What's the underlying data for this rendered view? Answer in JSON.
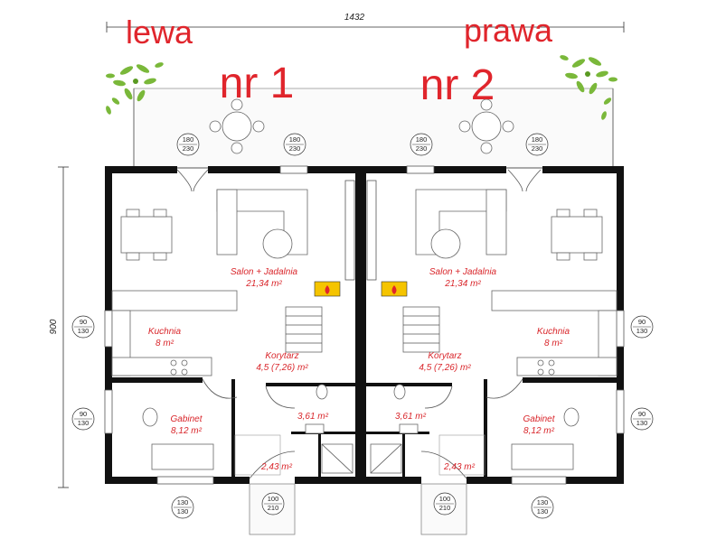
{
  "labels": {
    "left": "lewa",
    "right": "prawa",
    "left_nr": "nr 1",
    "right_nr": "nr 2"
  },
  "dimensions": {
    "width": "1432",
    "height": "900"
  },
  "rooms_left": {
    "salon_name": "Salon + Jadalnia",
    "salon_area": "21,34 m²",
    "kuchnia_name": "Kuchnia",
    "kuchnia_area": "8 m²",
    "korytarz_name": "Korytarz",
    "korytarz_area": "4,5 (7,26) m²",
    "gabinet_name": "Gabinet",
    "gabinet_area": "8,12 m²",
    "lazienka_area": "3,61 m²",
    "wc_area": "2,43 m²"
  },
  "rooms_right": {
    "salon_name": "Salon + Jadalnia",
    "salon_area": "21,34 m²",
    "kuchnia_name": "Kuchnia",
    "kuchnia_area": "8 m²",
    "korytarz_name": "Korytarz",
    "korytarz_area": "4,5 (7,26) m²",
    "gabinet_name": "Gabinet",
    "gabinet_area": "8,12 m²",
    "lazienka_area": "3,61 m²",
    "wc_area": "2,43 m²"
  },
  "openings": {
    "terrace_door": [
      "180",
      "230"
    ],
    "side_window": [
      "90",
      "130"
    ],
    "front_window": [
      "130",
      "130"
    ],
    "entry_door": [
      "100",
      "210"
    ]
  },
  "colors": {
    "label_red": "#e0252c",
    "wall": "#111111",
    "plant_green": "#7ab83a",
    "fireplace": "#f5c400"
  },
  "icons": [
    "plant-icon",
    "table-icon",
    "sofa-icon",
    "fireplace-icon",
    "stairs-icon",
    "toilet-icon",
    "shower-icon"
  ]
}
